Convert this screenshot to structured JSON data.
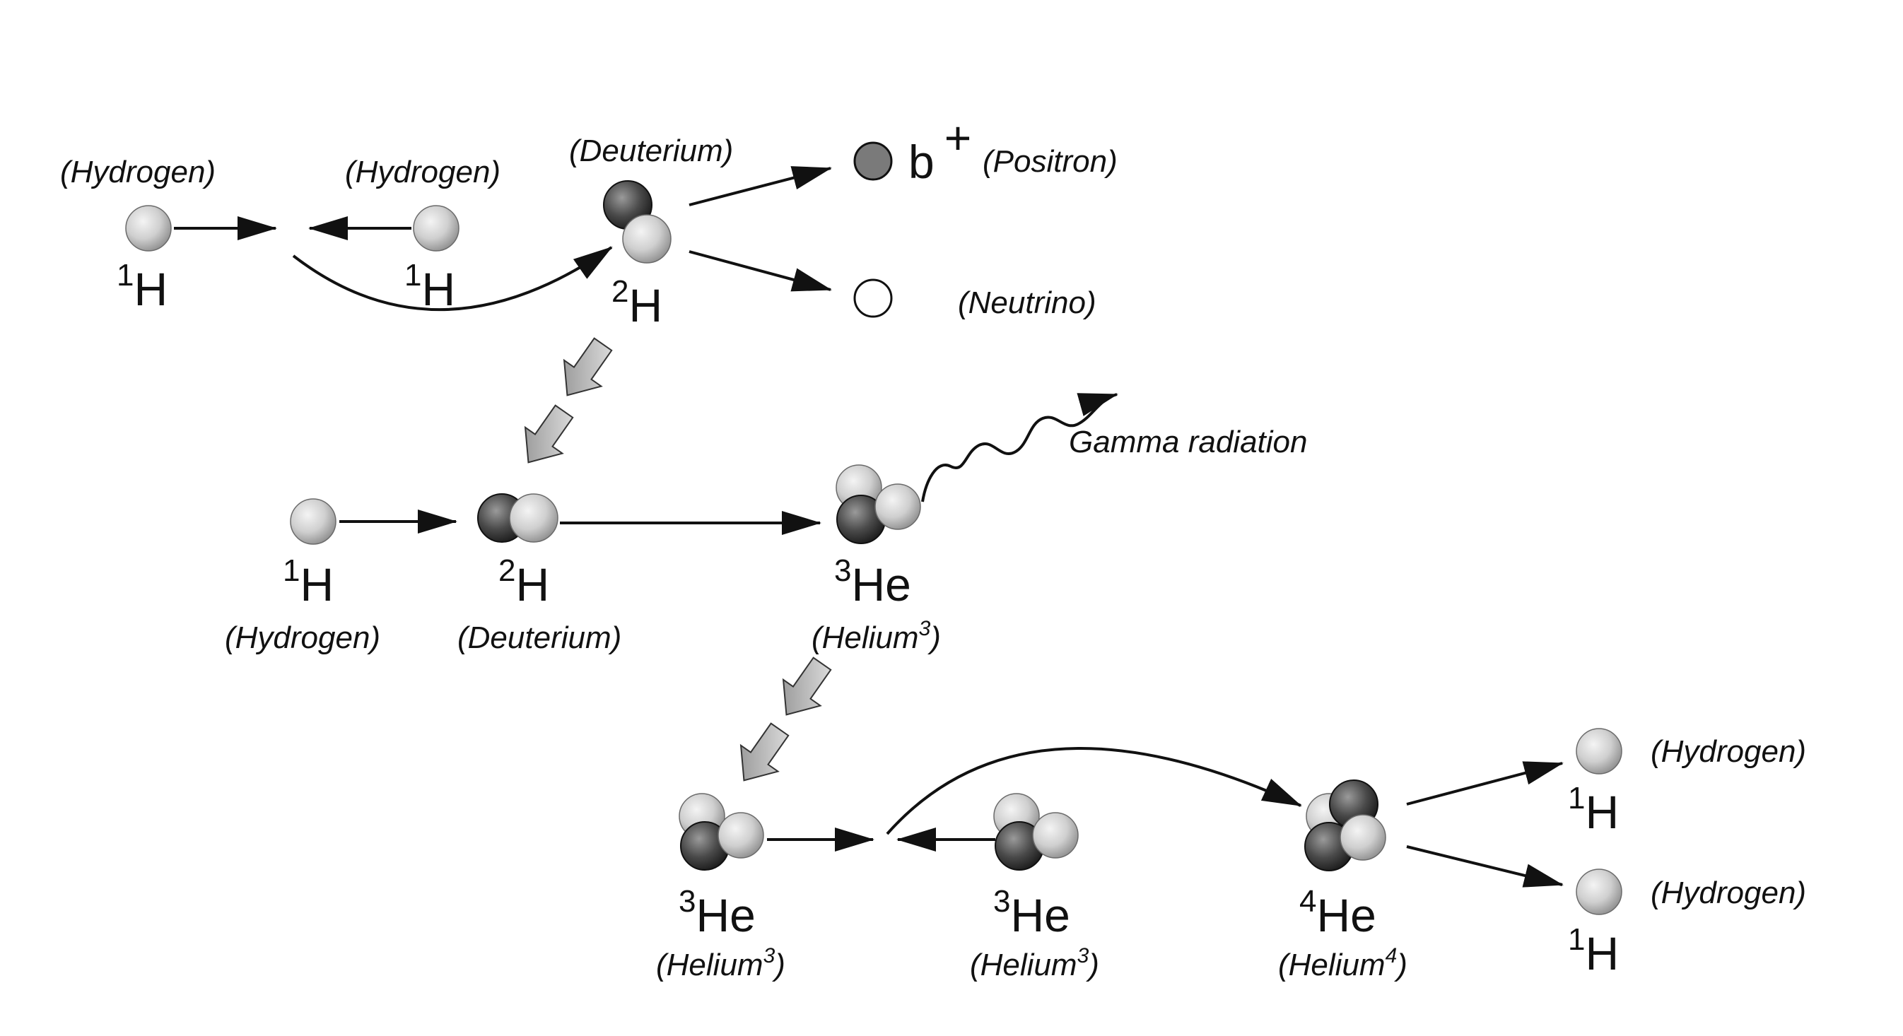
{
  "diagram": {
    "step1": {
      "hydrogen_left": {
        "name_label": "(Hydrogen)",
        "iso_mass": "1",
        "iso_symbol": "H"
      },
      "hydrogen_right": {
        "name_label": "(Hydrogen)",
        "iso_mass": "1",
        "iso_symbol": "H"
      },
      "deuterium": {
        "name_label": "(Deuterium)",
        "iso_mass": "2",
        "iso_symbol": "H"
      },
      "positron": {
        "symbol": "b",
        "charge": "+",
        "name_label": "(Positron)"
      },
      "neutrino": {
        "name_label": "(Neutrino)"
      }
    },
    "step2": {
      "hydrogen": {
        "iso_mass": "1",
        "iso_symbol": "H",
        "name_label": "(Hydrogen)"
      },
      "deuterium": {
        "iso_mass": "2",
        "iso_symbol": "H",
        "name_label": "(Deuterium)"
      },
      "helium3": {
        "iso_mass": "3",
        "iso_symbol": "He",
        "name_label": "(Helium",
        "name_sup": "3",
        "name_close": ")"
      },
      "gamma_label": "Gamma radiation"
    },
    "step3": {
      "helium3_left": {
        "iso_mass": "3",
        "iso_symbol": "He",
        "name_label": "(Helium",
        "name_sup": "3",
        "name_close": ")"
      },
      "helium3_right": {
        "iso_mass": "3",
        "iso_symbol": "He",
        "name_label": "(Helium",
        "name_sup": "3",
        "name_close": ")"
      },
      "helium4": {
        "iso_mass": "4",
        "iso_symbol": "He",
        "name_label": "(Helium",
        "name_sup": "4",
        "name_close": ")"
      },
      "hydrogen_top": {
        "name_label": "(Hydrogen)",
        "iso_mass": "1",
        "iso_symbol": "H"
      },
      "hydrogen_bottom": {
        "name_label": "(Hydrogen)",
        "iso_mass": "1",
        "iso_symbol": "H"
      }
    },
    "colors": {
      "proton": "#c8c8c8",
      "neutron": "#3a3a3a",
      "positron": "#7a7a7a",
      "stroke": "#111111",
      "step_arrow": "#a8a8a8"
    }
  }
}
